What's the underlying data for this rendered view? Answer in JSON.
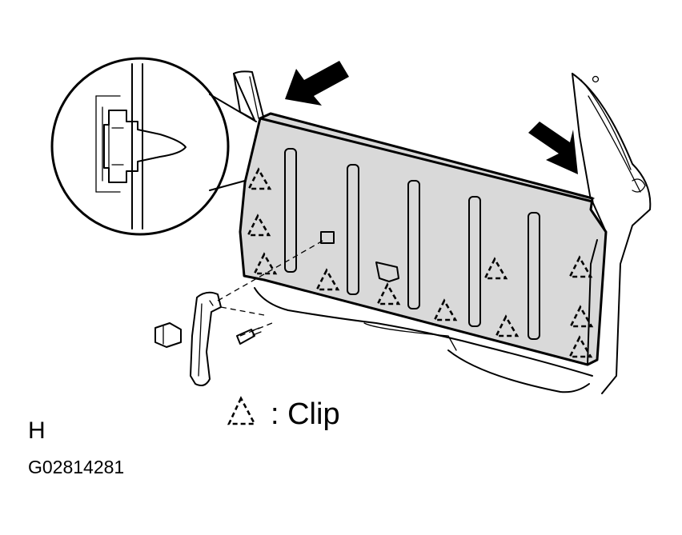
{
  "legend": {
    "symbol": "dashed-triangle-icon",
    "text": ": Clip"
  },
  "view_letter": "H",
  "figure_code": "G02814281",
  "colors": {
    "ink": "#000000",
    "panel_fill": "#d9d9d9",
    "background": "#ffffff"
  }
}
